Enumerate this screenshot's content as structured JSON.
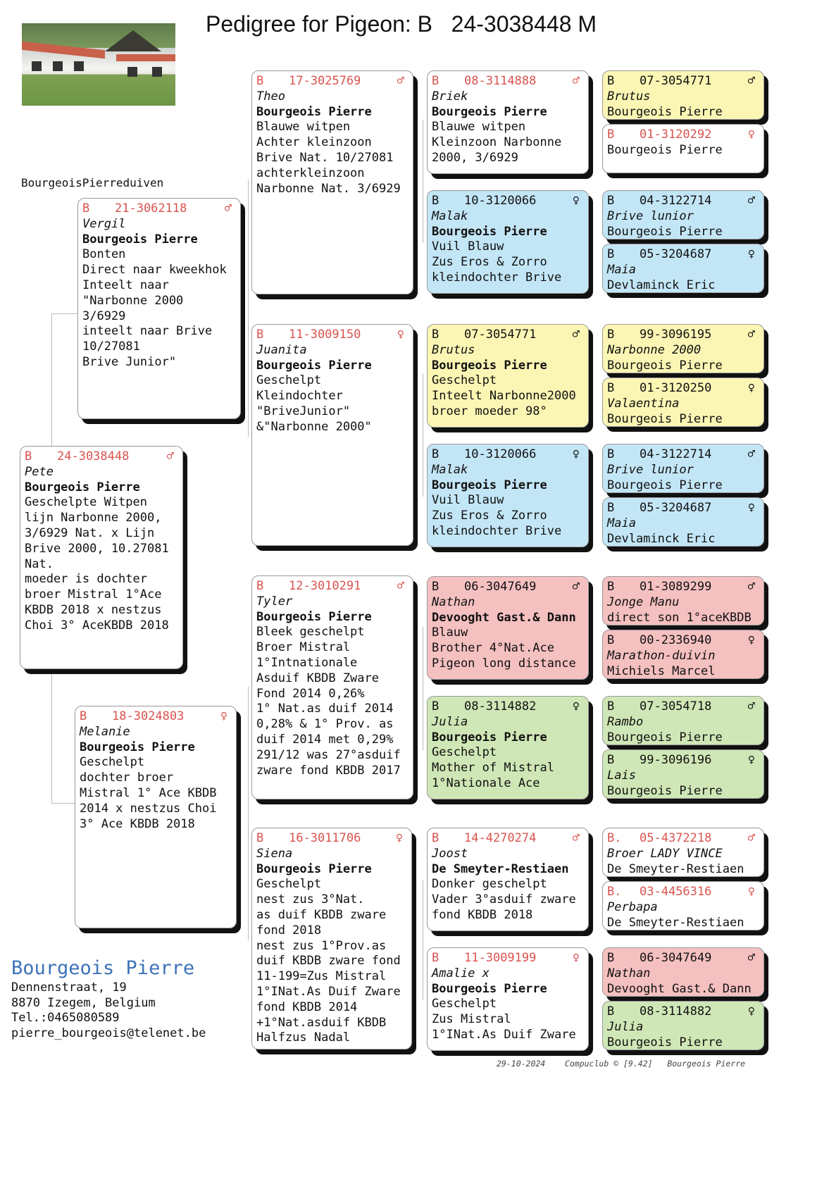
{
  "title": "Pedigree for Pigeon: B   24-3038448 M",
  "loft_name": "BourgeoisPierreduiven",
  "colors": {
    "ring_red": "#d9534f",
    "yellow": "#fbf6b4",
    "blue": "#c3e6f6",
    "pink": "#f5c0c0",
    "green": "#cfe7b6",
    "contact_blue": "#3d73b8"
  },
  "cards": [
    {
      "ring": "B",
      "number": "24-3038448",
      "sex": "♂",
      "name": "Pete",
      "owner": "Bourgeois Pierre",
      "color": "white",
      "notes": [
        "Geschelpte Witpen",
        "lijn Narbonne 2000,",
        "3/6929 Nat. x Lijn",
        "Brive 2000, 10.27081",
        "Nat.",
        "moeder is dochter",
        "broer Mistral 1°Ace",
        "KBDB 2018 x nestzus",
        "Choi 3° AceKBDB 2018"
      ]
    },
    {
      "ring": "B",
      "number": "21-3062118",
      "sex": "♂",
      "name": "Vergil",
      "owner": "Bourgeois Pierre",
      "color": "white",
      "notes": [
        "Bonten",
        "Direct naar kweekhok",
        "Inteelt naar",
        "\"Narbonne 2000",
        "3/6929",
        "inteelt naar Brive",
        "10/27081",
        "Brive Junior\""
      ]
    },
    {
      "ring": "B",
      "number": "18-3024803",
      "sex": "♀",
      "name": "Melanie",
      "owner": "Bourgeois Pierre",
      "color": "white",
      "notes": [
        "Geschelpt",
        "dochter broer",
        "Mistral 1° Ace KBDB",
        "2014 x nestzus Choi",
        "3° Ace KBDB 2018"
      ]
    },
    {
      "ring": "B",
      "number": "17-3025769",
      "sex": "♂",
      "name": "Theo",
      "owner": "Bourgeois Pierre",
      "color": "white",
      "notes": [
        "Blauwe witpen",
        "Achter kleinzoon",
        "Brive Nat. 10/27081",
        "achterkleinzoon",
        "Narbonne Nat. 3/6929"
      ]
    },
    {
      "ring": "B",
      "number": "11-3009150",
      "sex": "♀",
      "name": "Juanita",
      "owner": "Bourgeois Pierre",
      "color": "white",
      "notes": [
        "Geschelpt",
        "Kleindochter",
        "\"BriveJunior\"",
        "&\"Narbonne 2000\""
      ]
    },
    {
      "ring": "B",
      "number": "12-3010291",
      "sex": "♂",
      "name": "Tyler",
      "owner": "Bourgeois Pierre",
      "color": "white",
      "notes": [
        "Bleek geschelpt",
        "Broer Mistral",
        "1°Intnationale",
        "Asduif KBDB Zware",
        "Fond 2014 0,26%",
        "1° Nat.as duif 2014",
        "0,28% & 1° Prov. as",
        "duif 2014 met 0,29%",
        "291/12 was 27°asduif",
        "zware fond KBDB 2017"
      ]
    },
    {
      "ring": "B",
      "number": "16-3011706",
      "sex": "♀",
      "name": "Siena",
      "owner": "Bourgeois Pierre",
      "color": "white",
      "notes": [
        "Geschelpt",
        "nest zus 3°Nat.",
        "as duif KBDB zware",
        "fond 2018",
        "nest zus 1°Prov.as",
        "duif KBDB zware fond",
        "11-199=Zus Mistral",
        "1°INat.As Duif Zware",
        "fond KBDB 2014",
        "+1°Nat.asduif KBDB",
        "Halfzus Nadal"
      ]
    },
    {
      "ring": "B",
      "number": "08-3114888",
      "sex": "♂",
      "name": "Briek",
      "owner": "Bourgeois Pierre",
      "color": "white",
      "notes": [
        "Blauwe witpen",
        "Kleinzoon Narbonne",
        "2000, 3/6929"
      ]
    },
    {
      "ring": "B",
      "number": "10-3120066",
      "sex": "♀",
      "name": "Malak",
      "owner": "Bourgeois Pierre",
      "color": "blue",
      "notes": [
        "Vuil Blauw",
        "Zus Eros & Zorro",
        "kleindochter Brive"
      ]
    },
    {
      "ring": "B",
      "number": "07-3054771",
      "sex": "♂",
      "name": "Brutus",
      "owner": "Bourgeois Pierre",
      "color": "yellow",
      "notes": [
        "Geschelpt",
        "Inteelt Narbonne2000",
        "broer moeder 98°"
      ]
    },
    {
      "ring": "B",
      "number": "10-3120066",
      "sex": "♀",
      "name": "Malak",
      "owner": "Bourgeois Pierre",
      "color": "blue",
      "notes": [
        "Vuil Blauw",
        "Zus Eros & Zorro",
        "kleindochter Brive"
      ]
    },
    {
      "ring": "B",
      "number": "06-3047649",
      "sex": "♂",
      "name": "Nathan",
      "owner": "Devooght Gast.& Dann",
      "color": "pink",
      "notes": [
        "Blauw",
        "Brother 4°Nat.Ace",
        "Pigeon long distance"
      ]
    },
    {
      "ring": "B",
      "number": "08-3114882",
      "sex": "♀",
      "name": "Julia",
      "owner": "Bourgeois Pierre",
      "color": "green",
      "notes": [
        "Geschelpt",
        "Mother of Mistral",
        "1°Nationale Ace"
      ]
    },
    {
      "ring": "B",
      "number": "14-4270274",
      "sex": "♂",
      "name": "Joost",
      "owner": "De Smeyter-Restiaen",
      "color": "white",
      "notes": [
        "Donker geschelpt",
        "Vader 3°asduif zware",
        "fond KBDB 2018"
      ]
    },
    {
      "ring": "B",
      "number": "11-3009199",
      "sex": "♀",
      "name": "Amalie x",
      "owner": "Bourgeois Pierre",
      "color": "white",
      "notes": [
        "Geschelpt",
        "Zus Mistral",
        "1°INat.As Duif Zware"
      ]
    },
    {
      "ring": "B",
      "number": "07-3054771",
      "sex": "♂",
      "name": "Brutus",
      "owner": "Bourgeois Pierre",
      "color": "yellow",
      "notes": []
    },
    {
      "ring": "B",
      "number": "01-3120292",
      "sex": "♀",
      "name": "",
      "owner": "Bourgeois Pierre",
      "color": "white",
      "notes": []
    },
    {
      "ring": "B",
      "number": "04-3122714",
      "sex": "♂",
      "name": "Brive lunior",
      "owner": "Bourgeois Pierre",
      "color": "blue",
      "notes": []
    },
    {
      "ring": "B",
      "number": "05-3204687",
      "sex": "♀",
      "name": "Maia",
      "owner": "Devlaminck Eric",
      "color": "blue",
      "notes": []
    },
    {
      "ring": "B",
      "number": "99-3096195",
      "sex": "♂",
      "name": "Narbonne 2000",
      "owner": "Bourgeois Pierre",
      "color": "yellow",
      "notes": []
    },
    {
      "ring": "B",
      "number": "01-3120250",
      "sex": "♀",
      "name": "Valaentina",
      "owner": "Bourgeois Pierre",
      "color": "yellow",
      "notes": []
    },
    {
      "ring": "B",
      "number": "04-3122714",
      "sex": "♂",
      "name": "Brive lunior",
      "owner": "Bourgeois Pierre",
      "color": "blue",
      "notes": []
    },
    {
      "ring": "B",
      "number": "05-3204687",
      "sex": "♀",
      "name": "Maia",
      "owner": "Devlaminck Eric",
      "color": "blue",
      "notes": []
    },
    {
      "ring": "B",
      "number": "01-3089299",
      "sex": "♂",
      "name": "Jonge Manu",
      "owner": "direct son 1°aceKBDB",
      "color": "pink",
      "notes": []
    },
    {
      "ring": "B",
      "number": "00-2336940",
      "sex": "♀",
      "name": "Marathon-duivin",
      "owner": "Michiels Marcel",
      "color": "pink",
      "notes": []
    },
    {
      "ring": "B",
      "number": "07-3054718",
      "sex": "♂",
      "name": "Rambo",
      "owner": "Bourgeois Pierre",
      "color": "green",
      "notes": []
    },
    {
      "ring": "B",
      "number": "99-3096196",
      "sex": "♀",
      "name": "Lais",
      "owner": "Bourgeois Pierre",
      "color": "green",
      "notes": []
    },
    {
      "ring": "B.",
      "number": "05-4372218",
      "sex": "♂",
      "name": "Broer LADY VINCE",
      "owner": "De Smeyter-Restiaen",
      "color": "white",
      "notes": []
    },
    {
      "ring": "B.",
      "number": "03-4456316",
      "sex": "♀",
      "name": "Perbapa",
      "owner": "De Smeyter-Restiaen",
      "color": "white",
      "notes": []
    },
    {
      "ring": "B",
      "number": "06-3047649",
      "sex": "♂",
      "name": "Nathan",
      "owner": "Devooght Gast.& Dann",
      "color": "pink",
      "notes": []
    },
    {
      "ring": "B",
      "number": "08-3114882",
      "sex": "♀",
      "name": "Julia",
      "owner": "Bourgeois Pierre",
      "color": "green",
      "notes": []
    }
  ],
  "contact": {
    "name": "Bourgeois Pierre",
    "street": "Dennenstraat, 19",
    "city": "8870  Izegem, Belgium",
    "phone": "Tel.:0465080589",
    "email": "pierre_bourgeois@telenet.be"
  },
  "footer": "29-10-2024    Compuclub © [9.42]   Bourgeois Pierre"
}
